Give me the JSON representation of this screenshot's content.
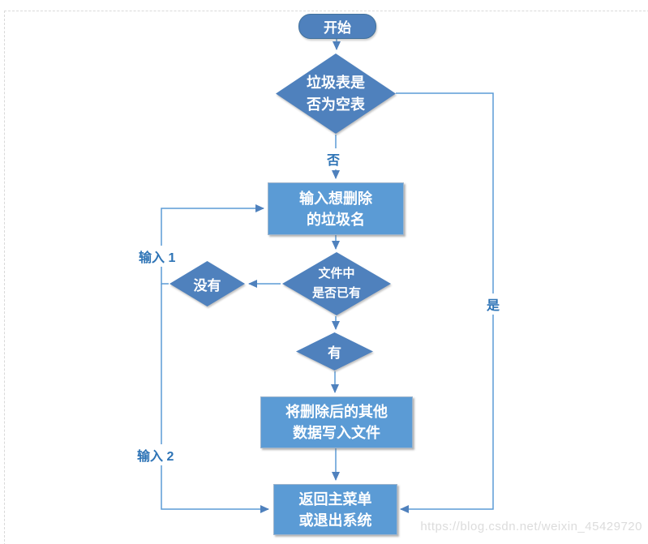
{
  "flowchart": {
    "start": {
      "label": "开始"
    },
    "decision_empty": {
      "line1": "垃圾表是",
      "line2": "否为空表"
    },
    "process_input": {
      "line1": "输入想删除",
      "line2": "的垃圾名"
    },
    "decision_exists": {
      "line1": "文件中",
      "line2": "是否已有"
    },
    "not_found": {
      "label": "没有"
    },
    "found": {
      "label": "有"
    },
    "process_write": {
      "line1": "将删除后的其他",
      "line2": "数据写入文件"
    },
    "process_return": {
      "line1": "返回主菜单",
      "line2": "或退出系统"
    },
    "edge_labels": {
      "no": "否",
      "yes": "是",
      "input1": "输入 1",
      "input2": "输入 2"
    }
  },
  "colors": {
    "shape_dark_blue": "#4f81bd",
    "shape_light_blue": "#5b9bd5",
    "connector_line": "#5b9bd5",
    "arrowhead": "#4f81bd",
    "edge_label_text": "#2e74b6",
    "node_text": "#ffffff",
    "watermark_text": "#dcdcdc",
    "page_border_dash": "#d9d9d9"
  },
  "watermark": {
    "text": "https://blog.csdn.net/weixin_45429720"
  }
}
